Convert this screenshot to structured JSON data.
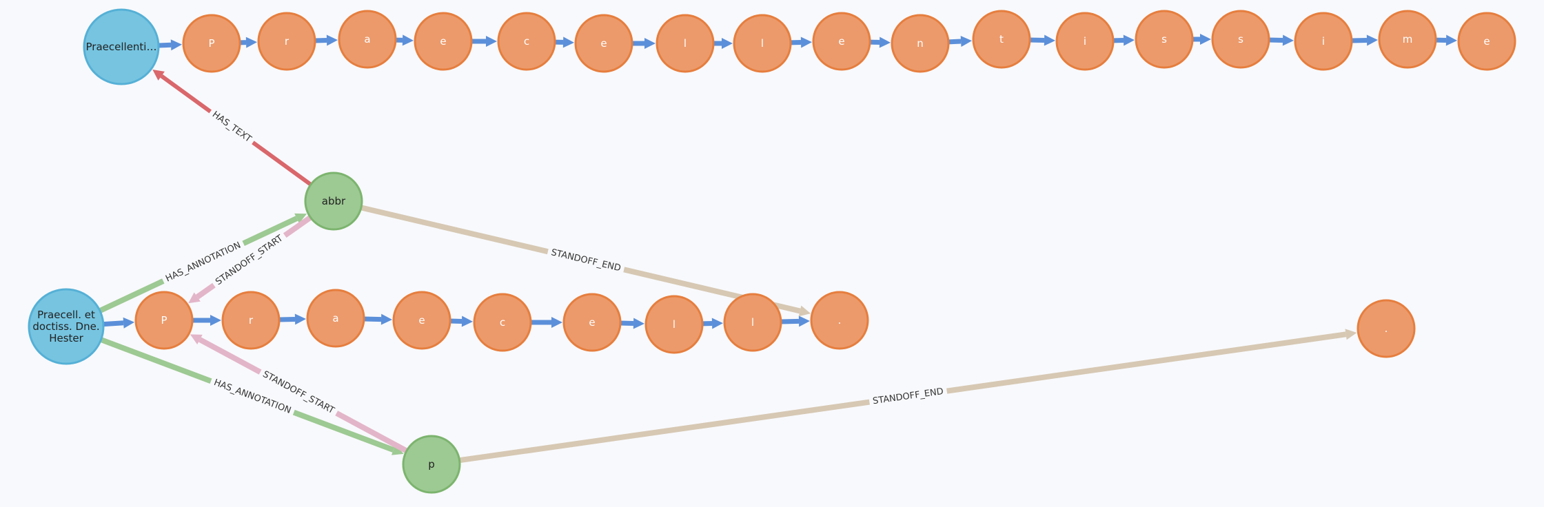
{
  "colors": {
    "background": "#f8f9fc",
    "text_node_fill": "#76c4e0",
    "text_node_stroke": "#55b0d6",
    "char_node_fill": "#ec9a6b",
    "char_node_stroke": "#e67e3e",
    "annotation_node_fill": "#9dc993",
    "annotation_node_stroke": "#7cb46e",
    "next_edge": "#5b8fd9",
    "has_text_edge": "#d9676b",
    "has_annotation_edge": "#9dc993",
    "standoff_start_edge": "#e3b5c8",
    "standoff_end_edge": "#d6c8b3"
  },
  "nodes": {
    "text_top": "Praecellenti…",
    "text_main": [
      "Praecell. et",
      "doctiss. Dne.",
      "Hester"
    ],
    "abbr": "abbr",
    "p": "p",
    "top_chars": [
      "P",
      "r",
      "a",
      "e",
      "c",
      "e",
      "l",
      "l",
      "e",
      "n",
      "t",
      "i",
      "s",
      "s",
      "i",
      "m",
      "e"
    ],
    "mid_chars": [
      "P",
      "r",
      "a",
      "e",
      "c",
      "e",
      "l",
      "l",
      "."
    ],
    "lone_char": "."
  },
  "edges": {
    "has_text": "HAS_TEXT",
    "has_annotation_abbr": "HAS_ANNOTATION",
    "has_annotation_p": "HAS_ANNOTATION",
    "standoff_start_abbr": "STANDOFF_START",
    "standoff_start_p": "STANDOFF_START",
    "standoff_end_abbr": "STANDOFF_END",
    "standoff_end_p": "STANDOFF_END"
  }
}
